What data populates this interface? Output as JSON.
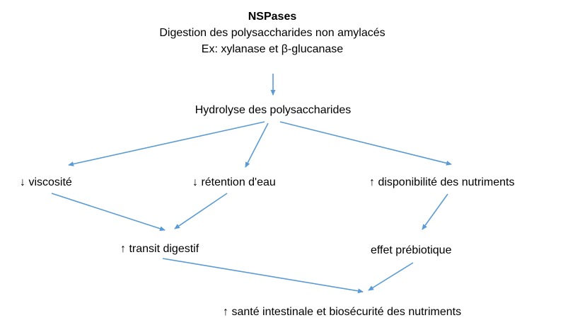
{
  "diagram": {
    "arrow_color": "#5b9bd5",
    "header": {
      "title": "NSPases",
      "line2": "Digestion des polysaccharides non amylacés",
      "line3": "Ex: xylanase et β-glucanase"
    },
    "nodes": {
      "hydrolyse": "Hydrolyse des polysaccharides",
      "viscosite": "↓ viscosité",
      "retention_eau": "↓ rétention d'eau",
      "disponibilite": "↑ disponibilité des nutriments",
      "transit": "↑ transit digestif",
      "prebiotique": "effet prébiotique",
      "sante": "↑ santé intestinale et biosécurité des nutriments"
    }
  }
}
